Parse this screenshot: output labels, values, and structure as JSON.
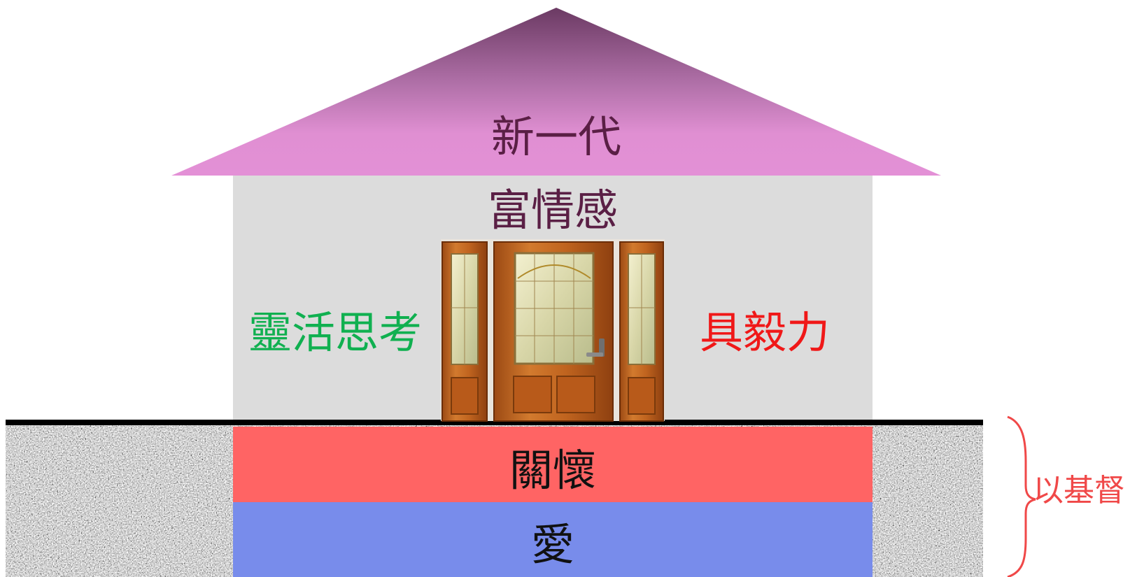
{
  "diagram": {
    "roof": {
      "label": "新一代",
      "color_top": "#6b3a63",
      "color_bottom": "#e08fd2"
    },
    "wall": {
      "label": "富情感",
      "color": "#dcdcdc"
    },
    "left_pillar": {
      "label": "靈活思考",
      "color": "#10b050"
    },
    "right_pillar": {
      "label": "具毅力",
      "color": "#f01818"
    },
    "foundation_top": {
      "label": "關懷",
      "color": "#ff6464"
    },
    "foundation_bottom": {
      "label": "愛",
      "color": "#788ceb"
    },
    "brace_note": {
      "label": "以基督",
      "color": "#f04848"
    },
    "door": {
      "icon": "door-icon",
      "color": "#c0641f"
    },
    "ground": {
      "texture": "granite",
      "line_color": "#000000"
    }
  }
}
